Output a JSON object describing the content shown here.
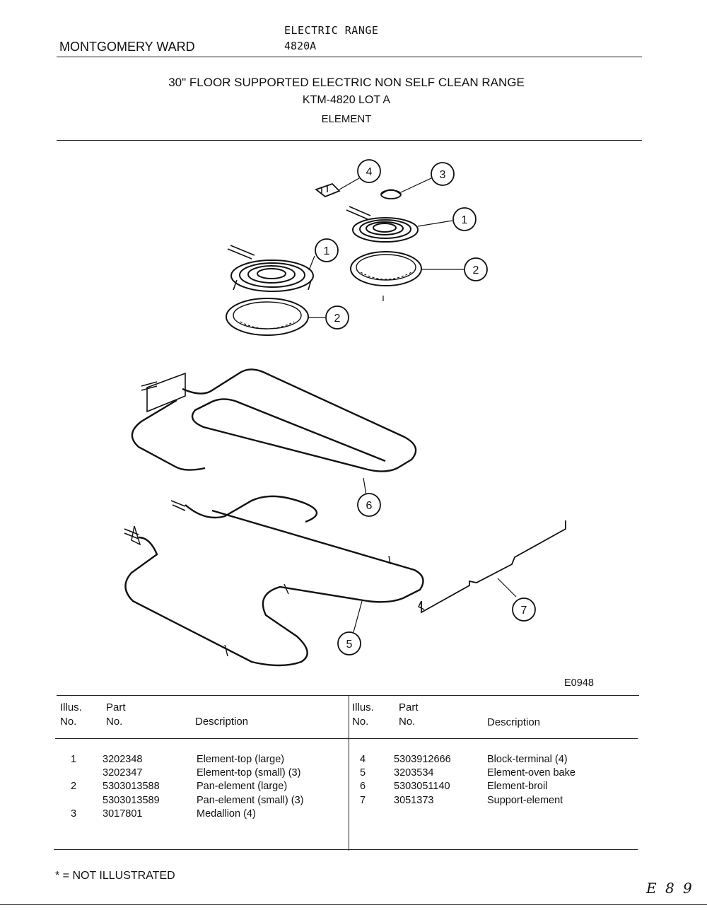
{
  "header": {
    "brand": "MONTGOMERY WARD",
    "product_type": "ELECTRIC RANGE",
    "model": "4820A"
  },
  "titles": {
    "line1": "30\" FLOOR SUPPORTED ELECTRIC NON SELF CLEAN RANGE",
    "line2": "KTM-4820 LOT A",
    "line3": "ELEMENT"
  },
  "diagram": {
    "code": "E0948",
    "callouts": [
      "1",
      "1",
      "2",
      "2",
      "3",
      "4",
      "5",
      "6",
      "7"
    ]
  },
  "table": {
    "headers": {
      "illus_line1": "Illus.",
      "illus_line2": "No.",
      "part_line1": "Part",
      "part_line2": "No.",
      "description": "Description"
    },
    "left_rows": [
      {
        "illus": "1",
        "part": "3202348",
        "desc": "Element-top (large)"
      },
      {
        "illus": "",
        "part": "3202347",
        "desc": "Element-top (small) (3)"
      },
      {
        "illus": "2",
        "part": "5303013588",
        "desc": "Pan-element (large)"
      },
      {
        "illus": "",
        "part": "5303013589",
        "desc": "Pan-element (small) (3)"
      },
      {
        "illus": "3",
        "part": "3017801",
        "desc": "Medallion (4)"
      }
    ],
    "right_rows": [
      {
        "illus": "4",
        "part": "5303912666",
        "desc": "Block-terminal (4)"
      },
      {
        "illus": "5",
        "part": "3203534",
        "desc": "Element-oven bake"
      },
      {
        "illus": "6",
        "part": "5303051140",
        "desc": "Element-broil"
      },
      {
        "illus": "7",
        "part": "3051373",
        "desc": "Support-element"
      }
    ]
  },
  "footer": {
    "note": "* = NOT ILLUSTRATED",
    "handwritten": "E 8 9"
  }
}
